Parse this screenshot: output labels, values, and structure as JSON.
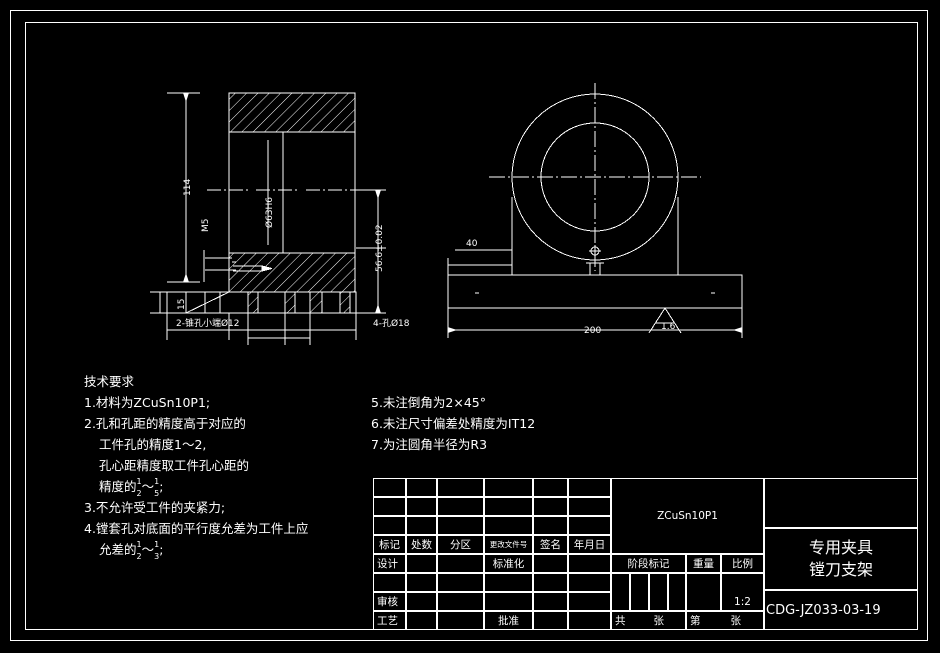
{
  "drawing": {
    "title_cn_line1": "专用夹具",
    "title_cn_line2": "镗刀支架",
    "material": "ZCuSn10P1",
    "drawing_number": "CDG-JZ033-03-19",
    "scale_value": "1:2"
  },
  "section_view": {
    "dim_height_114": "114",
    "dim_thread_m5": "M5",
    "dim_bore": "Ø63H6",
    "dim_center_height": "56.6±0.02",
    "dim_base_thickness": "15",
    "note_taper_hole": "2-锥孔小端Ø12",
    "note_four_holes": "4-孔Ø18"
  },
  "front_view": {
    "dim_40": "40",
    "dim_200": "200",
    "surface_finish": "1.6"
  },
  "tech_notes": {
    "heading": "技术要求",
    "left_column": [
      "1.材料为ZCuSn10P1;",
      "2.孔和孔距的精度高于对应的",
      "工件孔的精度1～2,",
      "孔心距精度取工件孔心距的",
      "精度的 ～ ;",
      "3.不允许受工件的夹紧力;",
      "4.镗套孔对底面的平行度允差为工件上应",
      "允差的 ～ ;"
    ],
    "frac_1": {
      "n1": "1",
      "d1": "2",
      "n2": "1",
      "d2": "5"
    },
    "frac_2": {
      "n1": "1",
      "d1": "2",
      "n2": "1",
      "d2": "3"
    },
    "right_column": [
      "5.未注倒角为2×45°",
      "6.未注尺寸偏差处精度为IT12",
      "7.为注圆角半径为R3"
    ]
  },
  "title_block": {
    "hdr_mark": "标记",
    "hdr_count": "处数",
    "hdr_zone": "分区",
    "hdr_change_doc": "更改文件号",
    "hdr_signature": "签名",
    "hdr_date": "年月日",
    "row_design": "设计",
    "row_standardize": "标准化",
    "row_review": "审核",
    "row_process": "工艺",
    "row_approve": "批准",
    "stage_mark": "阶段标记",
    "weight": "重量",
    "scale": "比例",
    "sheet_total_prefix": "共",
    "sheet_total_suffix": "张",
    "sheet_index_prefix": "第",
    "sheet_index_suffix": "张"
  }
}
